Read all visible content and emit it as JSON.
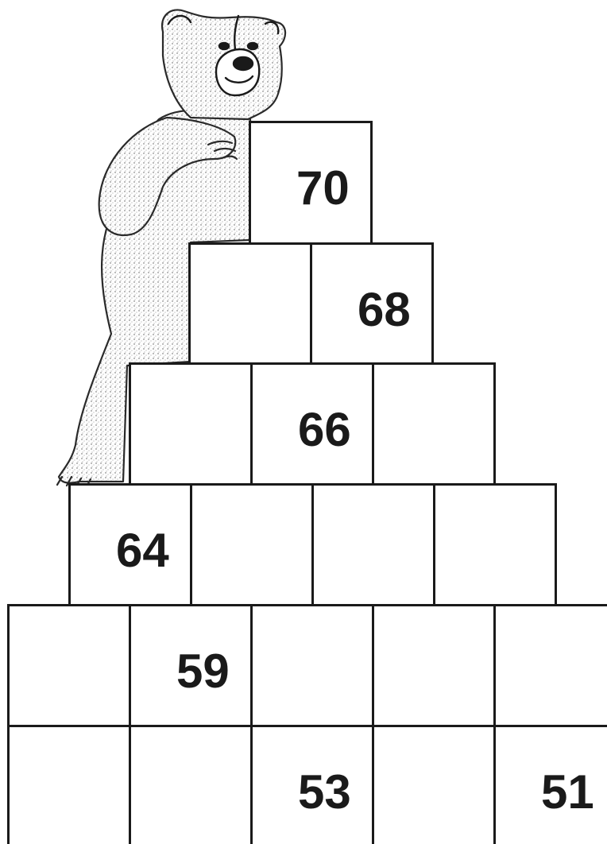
{
  "puzzle": {
    "type": "number-pyramid",
    "rows": [
      {
        "cells": [
          "70"
        ]
      },
      {
        "cells": [
          "",
          "68"
        ]
      },
      {
        "cells": [
          "",
          "66",
          ""
        ]
      },
      {
        "cells": [
          "64",
          "",
          "",
          ""
        ]
      },
      {
        "cells": [
          "",
          "59",
          "",
          "",
          ""
        ]
      },
      {
        "cells": [
          "",
          "",
          "53",
          "",
          "51"
        ]
      }
    ]
  },
  "illustration": {
    "subject": "bear",
    "icon": "bear-illustration"
  },
  "colors": {
    "ink": "#1a1a1a",
    "background": "#ffffff"
  }
}
